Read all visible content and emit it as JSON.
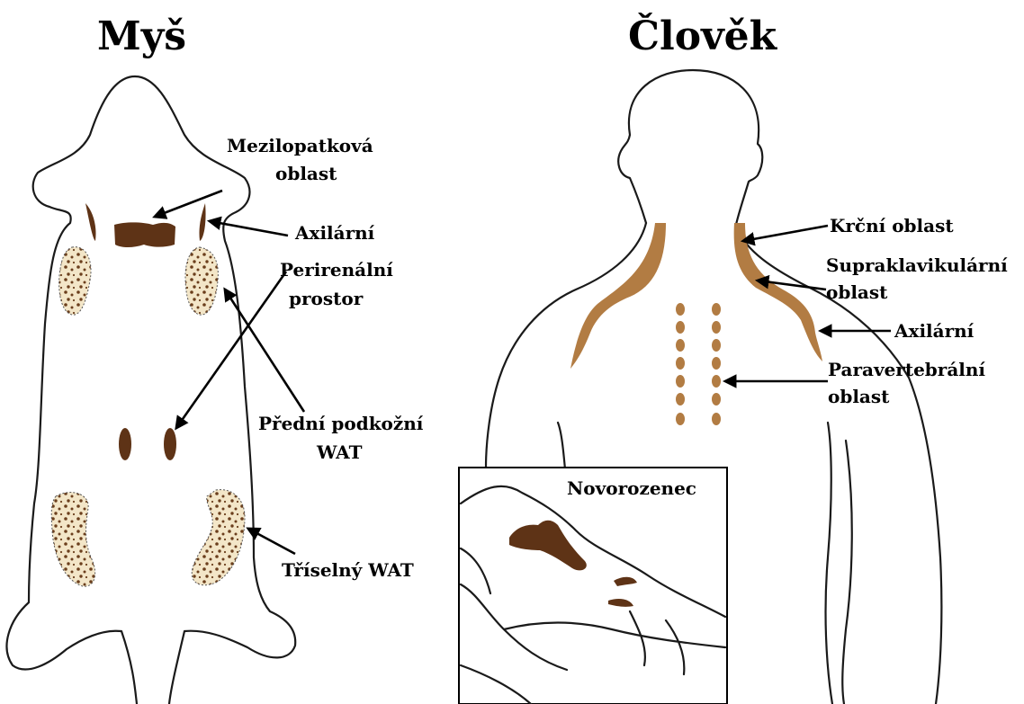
{
  "titles": {
    "mouse": "Myš",
    "human": "Člověk"
  },
  "mouse_labels": {
    "interscapular_line1": "Mezilopatková",
    "interscapular_line2": "oblast",
    "axillary": "Axilární",
    "perirenal_line1": "Perirenální",
    "perirenal_line2": "prostor",
    "anterior_line1": "Přední podkožní",
    "anterior_line2": "WAT",
    "inguinal": "Tříselný WAT"
  },
  "human_labels": {
    "cervical": "Krční oblast",
    "supraclavicular_line1": "Supraklavikulární",
    "supraclavicular_line2": "oblast",
    "axillary": "Axilární",
    "paravertebral_line1": "Paravertebrální",
    "paravertebral_line2": "oblast"
  },
  "inset": {
    "title": "Novorozenec"
  },
  "colors": {
    "brown_fat": "#5e3316",
    "human_fat": "#b27c43",
    "white_fat_bg": "#f3e6c8",
    "outline": "#1a1a1a"
  }
}
